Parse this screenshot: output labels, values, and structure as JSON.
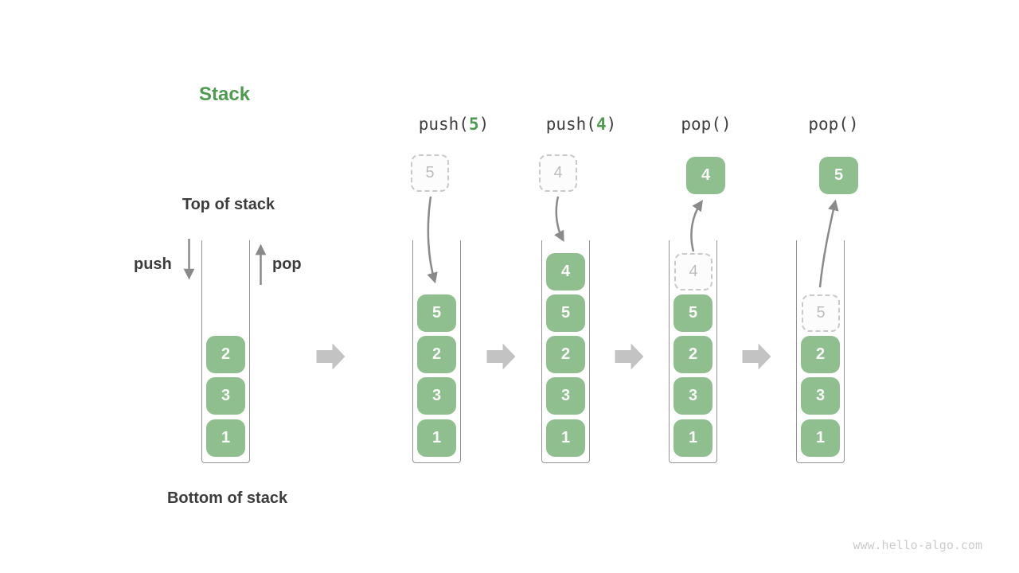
{
  "title": "Stack",
  "labels": {
    "top_of_stack": "Top of stack",
    "bottom_of_stack": "Bottom of stack",
    "push": "push",
    "pop": "pop"
  },
  "watermark": "www.hello-algo.com",
  "colors": {
    "block_green": "#8FBF8F",
    "accent_green": "#4E9B50",
    "text_dark": "#3C3C3C",
    "curve_arrow_gray": "#8A8A8A",
    "flow_arrow_gray": "#C3C3C3",
    "ghost_border_gray": "#C9C9C9",
    "ghost_text_gray": "#BDBDBD",
    "well_border_gray": "#939393"
  },
  "columns": {
    "initial": {
      "blocks": [
        "2",
        "3",
        "1"
      ]
    },
    "push5": {
      "op_fn": "push(",
      "op_arg": "5",
      "op_close": ")",
      "ghost": "5",
      "blocks": [
        "5",
        "2",
        "3",
        "1"
      ]
    },
    "push4": {
      "op_fn": "push(",
      "op_arg": "4",
      "op_close": ")",
      "ghost": "4",
      "blocks": [
        "4",
        "5",
        "2",
        "3",
        "1"
      ]
    },
    "pop1": {
      "op": "pop()",
      "popped": "4",
      "ghost": "4",
      "blocks": [
        "5",
        "2",
        "3",
        "1"
      ]
    },
    "pop2": {
      "op": "pop()",
      "popped": "5",
      "ghost": "5",
      "blocks": [
        "2",
        "3",
        "1"
      ]
    }
  }
}
